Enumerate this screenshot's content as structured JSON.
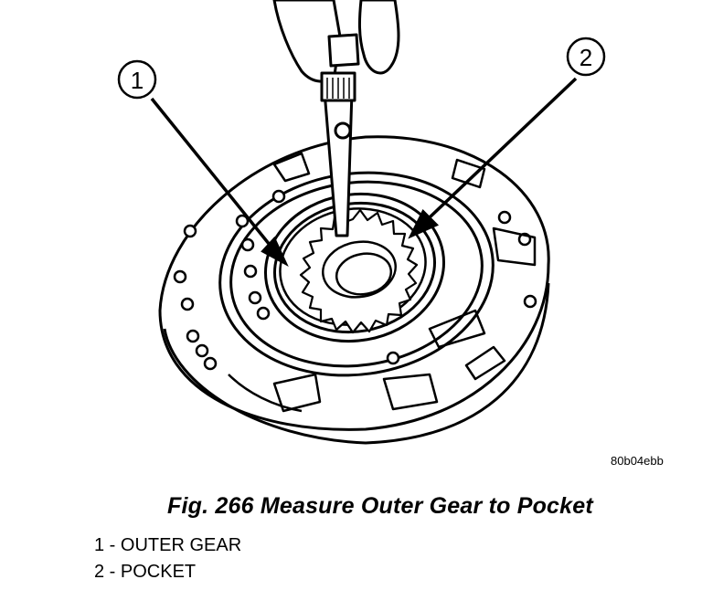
{
  "figure": {
    "ref_code": "80b04ebb",
    "caption": "Fig. 266 Measure Outer Gear to Pocket",
    "callouts": [
      {
        "number": "1"
      },
      {
        "number": "2"
      }
    ]
  },
  "legend": [
    {
      "text": "1 - OUTER GEAR"
    },
    {
      "text": "2 - POCKET"
    }
  ]
}
